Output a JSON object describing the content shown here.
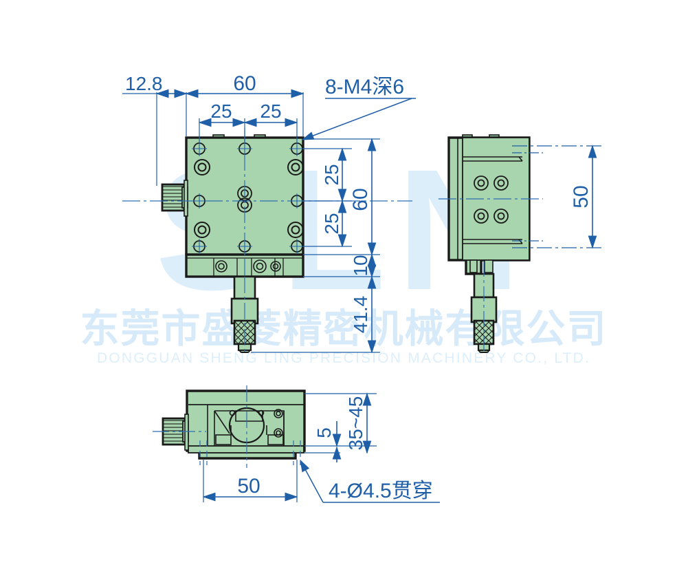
{
  "document": {
    "type": "engineering-drawing",
    "subject": "XY linear translation stage with micrometer heads",
    "background_color": "#ffffff",
    "line_color": "#1a1a1a",
    "dimension_color": "#1f5fa8",
    "body_fill": "#a8d5ae",
    "body_fill_light": "#bfe0c4",
    "body_fill_dark": "#96c9a0",
    "watermark_color": "#d9ecfa"
  },
  "watermark": {
    "logo_text": "SLN",
    "chinese": "东莞市盛菱精密机械有限公司",
    "english": "DONGGUAN SHENG LING PRECISION MACHINERY CO., LTD."
  },
  "views": {
    "top": {
      "name": "top-view",
      "label": ""
    },
    "side": {
      "name": "side-view",
      "label": ""
    },
    "front": {
      "name": "front-view",
      "label": ""
    }
  },
  "dimensions": {
    "top_view": {
      "offset_left": "12.8",
      "width_total": "60",
      "width_left_half": "25",
      "width_right_half": "25",
      "height_upper_half": "25",
      "height_lower_half": "25",
      "height_total": "60",
      "carriage_height": "10",
      "overall_height": "41.4"
    },
    "side_view": {
      "height": "50"
    },
    "front_view": {
      "width": "50",
      "step": "5",
      "height_range": "35~45"
    }
  },
  "annotations": {
    "tapped_holes": "8-M4深6",
    "through_holes": "4-Ø4.5贯穿"
  }
}
